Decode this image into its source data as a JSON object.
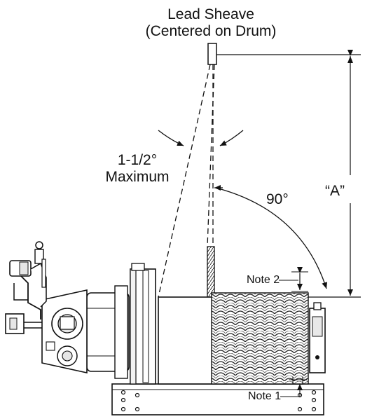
{
  "labels": {
    "lead_sheave": "Lead Sheave",
    "centered_on_drum": "(Centered on Drum)",
    "fleet_angle": "1-1/2°",
    "fleet_angle_caption": "Maximum",
    "right_angle": "90°",
    "dimension": "“A”",
    "note_2": "Note 2",
    "note_1": "Note 1"
  }
}
